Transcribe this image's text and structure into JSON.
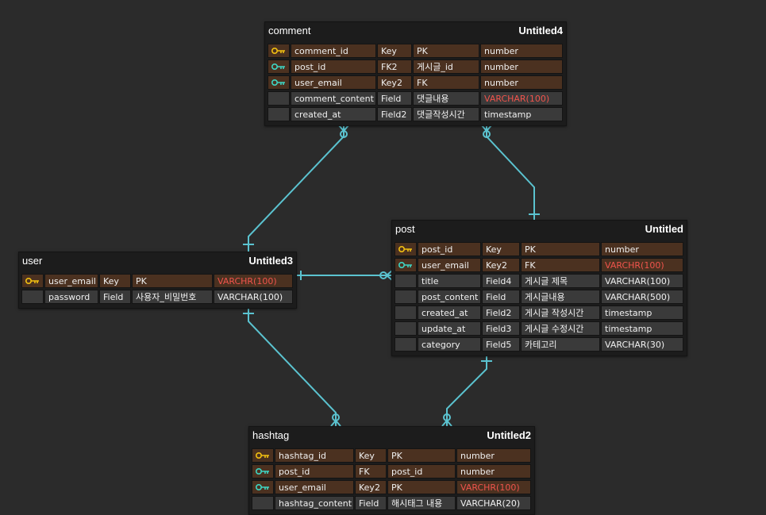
{
  "colors": {
    "background": "#2b2b2b",
    "entity_bg": "#1c1c1c",
    "key_row_bg": "#4b3120",
    "plain_row_bg": "#3a3a3a",
    "primary_key_icon": "#f2c011",
    "foreign_key_icon": "#3ed6c4",
    "error_type_text": "#f0544c",
    "connector": "#5bc3d0"
  },
  "entities": {
    "comment": {
      "title": "comment",
      "alias": "Untitled4",
      "rows": [
        {
          "icon": "primary-key-icon",
          "cols": [
            "comment_id",
            "Key",
            "PK",
            "number"
          ]
        },
        {
          "icon": "foreign-key-icon",
          "cols": [
            "post_id",
            "FK2",
            "게시글_id",
            "number"
          ]
        },
        {
          "icon": "foreign-key-icon",
          "cols": [
            "user_email",
            "Key2",
            "FK",
            "number"
          ]
        },
        {
          "icon": "",
          "cols": [
            "comment_content",
            "Field",
            "댓글내용",
            "VARCHAR(100)"
          ],
          "red": true
        },
        {
          "icon": "",
          "cols": [
            "created_at",
            "Field2",
            "댓글작성시간",
            "timestamp"
          ]
        }
      ]
    },
    "user": {
      "title": "user",
      "alias": "Untitled3",
      "rows": [
        {
          "icon": "primary-key-icon",
          "cols": [
            "user_email",
            "Key",
            "PK",
            "VARCHR(100)"
          ],
          "red": true
        },
        {
          "icon": "",
          "cols": [
            "password",
            "Field",
            "사용자_비밀번호",
            "VARCHAR(100)"
          ]
        }
      ]
    },
    "post": {
      "title": "post",
      "alias": "Untitled",
      "rows": [
        {
          "icon": "primary-key-icon",
          "cols": [
            "post_id",
            "Key",
            "PK",
            "number"
          ]
        },
        {
          "icon": "foreign-key-icon",
          "cols": [
            "user_email",
            "Key2",
            "FK",
            "VARCHR(100)"
          ],
          "red": true
        },
        {
          "icon": "",
          "cols": [
            "title",
            "Field4",
            "게시글 제목",
            "VARCHAR(100)"
          ]
        },
        {
          "icon": "",
          "cols": [
            "post_content",
            "Field",
            "게시글내용",
            "VARCHAR(500)"
          ]
        },
        {
          "icon": "",
          "cols": [
            "created_at",
            "Field2",
            "게시글 작성시간",
            "timestamp"
          ]
        },
        {
          "icon": "",
          "cols": [
            "update_at",
            "Field3",
            "게시글 수정시간",
            "timestamp"
          ]
        },
        {
          "icon": "",
          "cols": [
            "category",
            "Field5",
            "카테고리",
            "VARCHAR(30)"
          ]
        }
      ]
    },
    "hashtag": {
      "title": "hashtag",
      "alias": "Untitled2",
      "rows": [
        {
          "icon": "primary-key-icon",
          "cols": [
            "hashtag_id",
            "Key",
            "PK",
            "number"
          ]
        },
        {
          "icon": "foreign-key-icon",
          "cols": [
            "post_id",
            "FK",
            "post_id",
            "number"
          ]
        },
        {
          "icon": "foreign-key-icon",
          "cols": [
            "user_email",
            "Key2",
            "PK",
            "VARCHR(100)"
          ],
          "red": true
        },
        {
          "icon": "",
          "cols": [
            "hashtag_content",
            "Field",
            "해시태그 내용",
            "VARCHAR(20)"
          ]
        }
      ]
    }
  },
  "relationships": [
    {
      "from": "user",
      "to": "comment",
      "from_cardinality": "one",
      "to_cardinality": "zero-or-many"
    },
    {
      "from": "post",
      "to": "comment",
      "from_cardinality": "one",
      "to_cardinality": "zero-or-many"
    },
    {
      "from": "user",
      "to": "post",
      "from_cardinality": "one",
      "to_cardinality": "zero-or-many"
    },
    {
      "from": "user",
      "to": "hashtag",
      "from_cardinality": "one",
      "to_cardinality": "zero-or-many"
    },
    {
      "from": "post",
      "to": "hashtag",
      "from_cardinality": "one",
      "to_cardinality": "zero-or-many"
    }
  ]
}
